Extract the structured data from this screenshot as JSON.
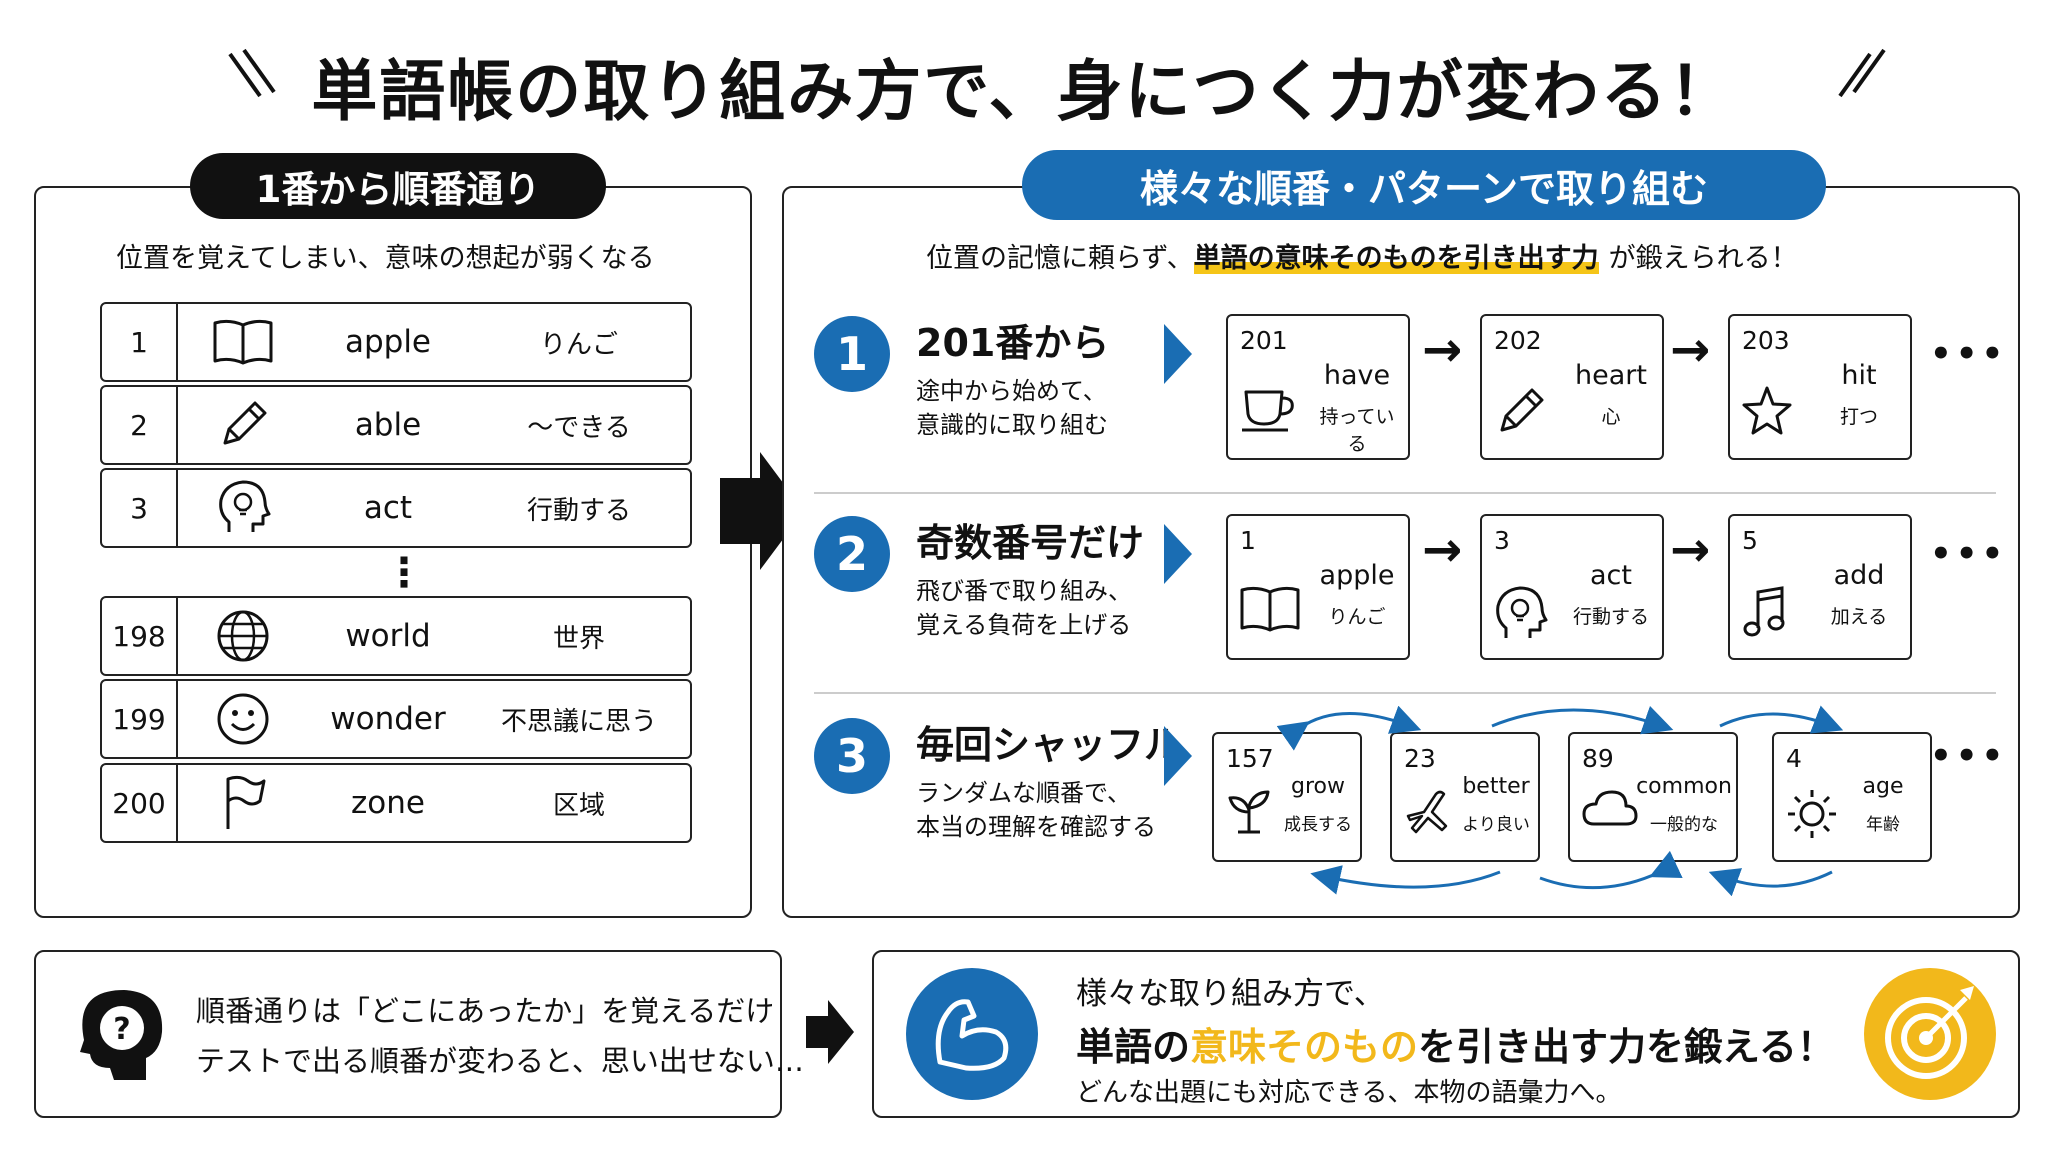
{
  "title": "単語帳の取り組み方で、身につく力が変わる！",
  "left": {
    "pill": "1番から順番通り",
    "subtitle": "位置を覚えてしまい、意味の想起が弱くなる",
    "rows_top": [
      {
        "num": "1",
        "icon": "book-icon",
        "word": "apple",
        "meaning": "りんご"
      },
      {
        "num": "2",
        "icon": "pencil-icon",
        "word": "able",
        "meaning": "～できる"
      },
      {
        "num": "3",
        "icon": "head-lightbulb-icon",
        "word": "act",
        "meaning": "行動する"
      }
    ],
    "ellipsis": "⋮",
    "rows_bottom": [
      {
        "num": "198",
        "icon": "globe-icon",
        "word": "world",
        "meaning": "世界"
      },
      {
        "num": "199",
        "icon": "smiley-icon",
        "word": "wonder",
        "meaning": "不思議に思う"
      },
      {
        "num": "200",
        "icon": "flag-icon",
        "word": "zone",
        "meaning": "区域"
      }
    ]
  },
  "right": {
    "pill": "様々な順番・パターンで取り組む",
    "subtitle_pre": "位置の記憶に頼らず、",
    "subtitle_hl": "単語の意味そのものを引き出す力",
    "subtitle_post": "が鍛えられる！",
    "sections": [
      {
        "badge": "1",
        "title": "201番から",
        "desc1": "途中から始めて、",
        "desc2": "意識的に取り組む",
        "cards": [
          {
            "num": "201",
            "icon": "cup-icon",
            "word": "have",
            "meaning": "持っている"
          },
          {
            "num": "202",
            "icon": "pencil-icon",
            "word": "heart",
            "meaning": "心"
          },
          {
            "num": "203",
            "icon": "star-icon",
            "word": "hit",
            "meaning": "打つ"
          }
        ]
      },
      {
        "badge": "2",
        "title": "奇数番号だけ",
        "desc1": "飛び番で取り組み、",
        "desc2": "覚える負荷を上げる",
        "cards": [
          {
            "num": "1",
            "icon": "book-icon",
            "word": "apple",
            "meaning": "りんご"
          },
          {
            "num": "3",
            "icon": "head-lightbulb-icon",
            "word": "act",
            "meaning": "行動する"
          },
          {
            "num": "5",
            "icon": "music-note-icon",
            "word": "add",
            "meaning": "加える"
          }
        ]
      },
      {
        "badge": "3",
        "title": "毎回シャッフル",
        "desc1": "ランダムな順番で、",
        "desc2": "本当の理解を確認する",
        "cards": [
          {
            "num": "157",
            "icon": "sprout-icon",
            "word": "grow",
            "meaning": "成長する"
          },
          {
            "num": "23",
            "icon": "airplane-icon",
            "word": "better",
            "meaning": "より良い"
          },
          {
            "num": "89",
            "icon": "cloud-icon",
            "word": "common",
            "meaning": "一般的な"
          },
          {
            "num": "4",
            "icon": "sun-icon",
            "word": "age",
            "meaning": "年齢"
          }
        ]
      }
    ],
    "arrow": "→",
    "dots": "•••"
  },
  "bottom_left": {
    "line1": "順番通りは「どこにあったか」を覚えるだけ",
    "line2": "テストで出る順番が変わると、思い出せない…"
  },
  "bottom_right": {
    "line1": "様々な取り組み方で、",
    "line2_a": "単語の",
    "line2_b": "意味そのもの",
    "line2_c": "を引き出す力を鍛える！",
    "line3": "どんな出題にも対応できる、本物の語彙力へ。"
  },
  "colors": {
    "blue": "#1a6db3",
    "black": "#111111",
    "yellow": "#f2b81b"
  }
}
